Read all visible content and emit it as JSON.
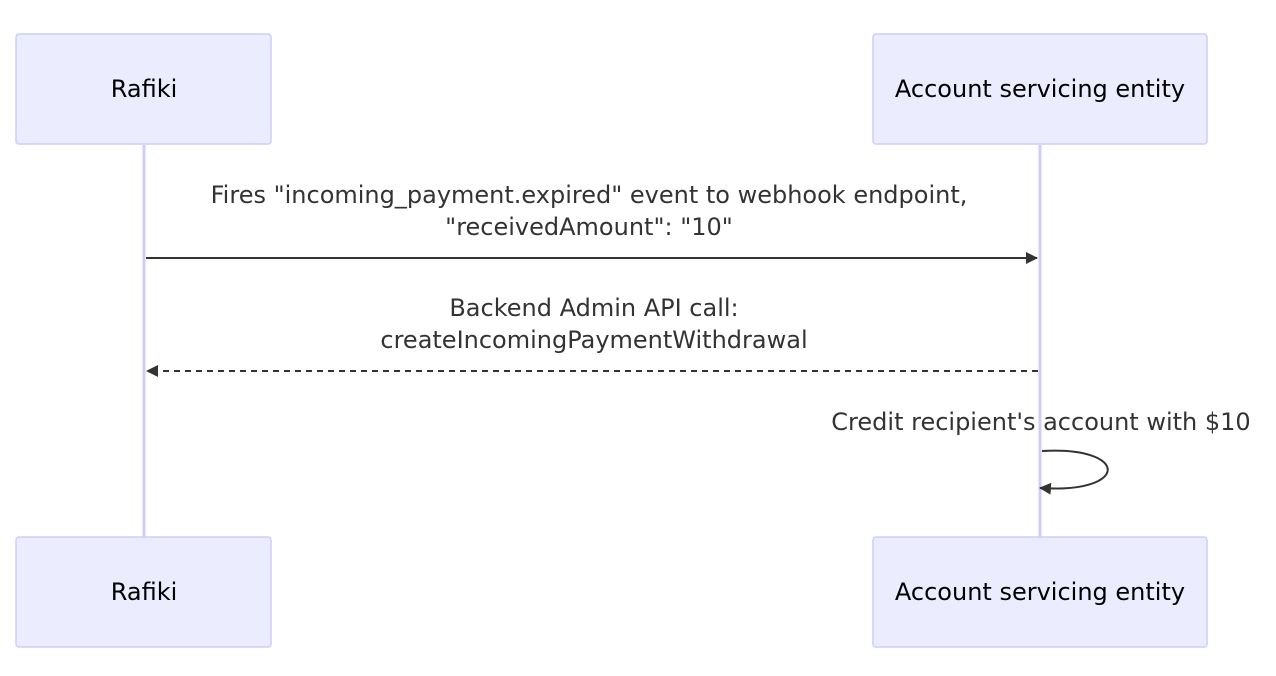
{
  "participants": [
    {
      "id": "rafiki",
      "label": "Rafiki"
    },
    {
      "id": "ase",
      "label": "Account servicing entity"
    }
  ],
  "messages": [
    {
      "from": "rafiki",
      "to": "ase",
      "style": "solid",
      "lines": [
        "Fires \"incoming_payment.expired\" event to webhook endpoint,",
        "\"receivedAmount\": \"10\""
      ]
    },
    {
      "from": "ase",
      "to": "rafiki",
      "style": "dashed",
      "lines": [
        "Backend Admin API call:",
        "createIncomingPaymentWithdrawal"
      ]
    },
    {
      "from": "ase",
      "to": "ase",
      "style": "self",
      "lines": [
        "Credit recipient's account with $10"
      ]
    }
  ],
  "colors": {
    "actor_fill": "#ececff",
    "actor_border": "#cccdfa",
    "lifeline": "#cccdfa",
    "line": "#333333",
    "text": "#333333"
  }
}
